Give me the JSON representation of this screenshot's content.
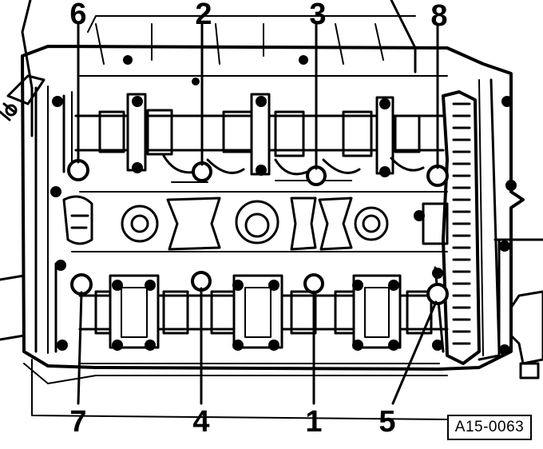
{
  "diagram": {
    "callouts": [
      "1",
      "2",
      "3",
      "4",
      "5",
      "6",
      "7",
      "8"
    ],
    "reference_code": "A15-0063"
  },
  "colors": {
    "ink": "#000000",
    "paper": "#ffffff"
  }
}
